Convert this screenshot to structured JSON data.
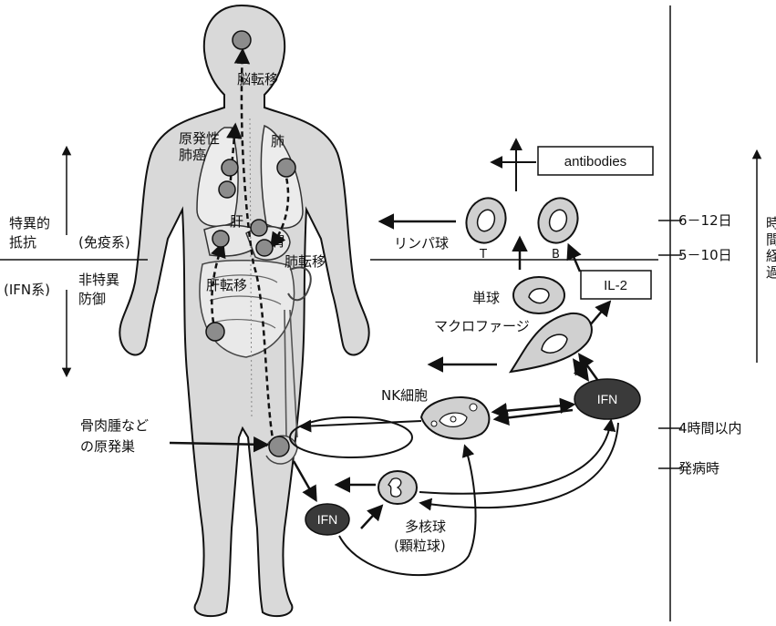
{
  "body_labels": {
    "brain_metastasis": "脳転移",
    "primary_lung_cancer_1": "原発性",
    "primary_lung_cancer_2": "肺癌",
    "lung": "肺",
    "liver": "肝",
    "stomach": "胃",
    "lung_metastasis": "肺転移",
    "liver_metastasis": "肝転移",
    "primary_site_1": "骨肉腫など",
    "primary_site_2": "の原発巣"
  },
  "left_labels": {
    "specific_1": "特異的",
    "specific_2": "抵抗",
    "immune_system": "(免疫系)",
    "ifn_system": "(IFN系)",
    "nonspecific_1": "非特異",
    "nonspecific_2": "防御"
  },
  "cells": {
    "lymphocyte": "リンパ球",
    "t_cell": "T",
    "b_cell": "B",
    "monocyte": "単球",
    "macrophage": "マクロファージ",
    "nk_cell": "NK細胞",
    "polymorph_1": "多核球",
    "polymorph_2": "(顆粒球)",
    "ifn_upper": "IFN",
    "ifn_lower": "IFN"
  },
  "boxes": {
    "antibodies": "antibodies",
    "il2": "IL-2"
  },
  "timeline": {
    "t1": "6－12日",
    "t2": "5－10日",
    "t3": "4時間以内",
    "t4": "発病時",
    "axis_chars": [
      "時",
      "間",
      "経",
      "過"
    ]
  }
}
